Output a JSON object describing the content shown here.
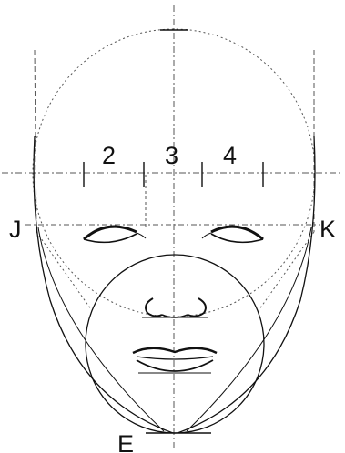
{
  "diagram": {
    "labels": {
      "section_2": "2",
      "section_3": "3",
      "section_4": "4",
      "point_left": "J",
      "point_right": "K",
      "point_bottom": "E"
    },
    "colors": {
      "ink": "#111111",
      "guide": "#555555",
      "background": "#ffffff"
    }
  }
}
